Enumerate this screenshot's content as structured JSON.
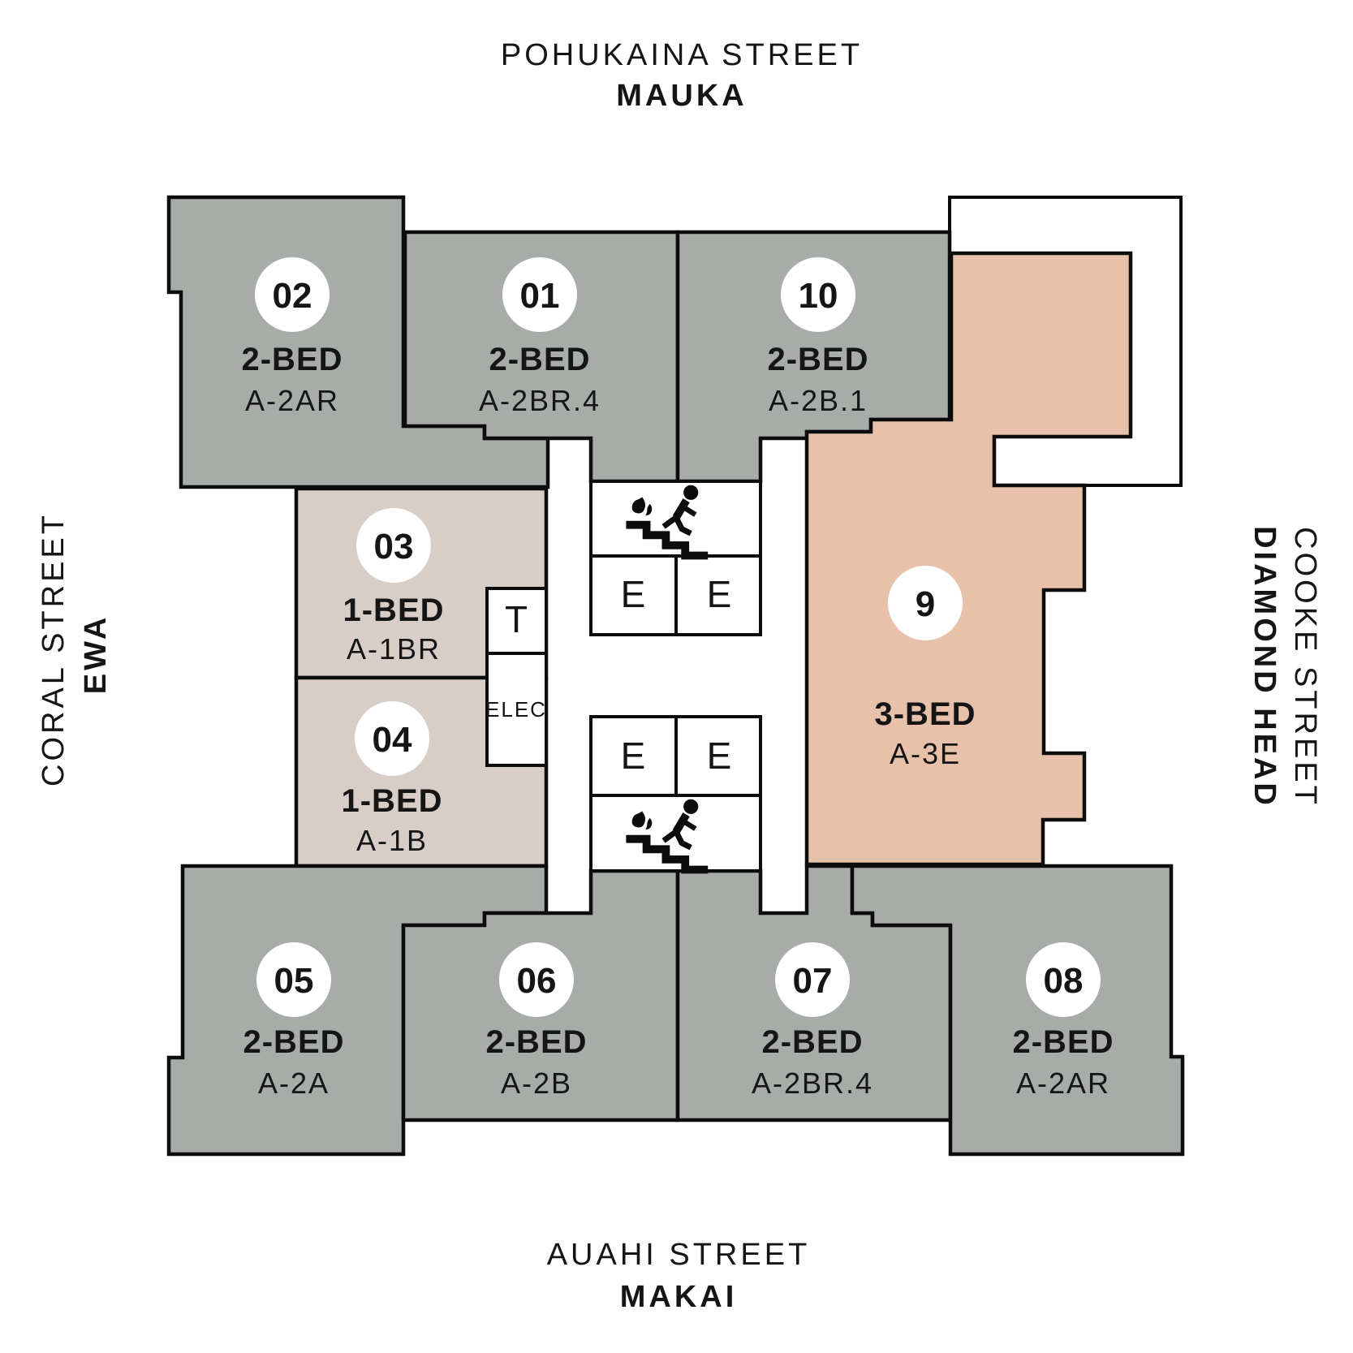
{
  "streets": {
    "top": {
      "name": "POHUKAINA STREET",
      "direction": "MAUKA"
    },
    "bottom": {
      "name": "AUAHI STREET",
      "direction": "MAKAI"
    },
    "left": {
      "name": "CORAL STREET",
      "direction": "EWA"
    },
    "right": {
      "name": "COOKE STREET",
      "direction": "DIAMOND HEAD"
    }
  },
  "core": {
    "elevator": "E",
    "trash": "T",
    "electrical": "ELEC"
  },
  "units": [
    {
      "number": "02",
      "type": "2-BED",
      "plan": "A-2AR"
    },
    {
      "number": "01",
      "type": "2-BED",
      "plan": "A-2BR.4"
    },
    {
      "number": "10",
      "type": "2-BED",
      "plan": "A-2B.1"
    },
    {
      "number": "03",
      "type": "1-BED",
      "plan": "A-1BR"
    },
    {
      "number": "04",
      "type": "1-BED",
      "plan": "A-1B"
    },
    {
      "number": "9",
      "type": "3-BED",
      "plan": "A-3E"
    },
    {
      "number": "05",
      "type": "2-BED",
      "plan": "A-2A"
    },
    {
      "number": "06",
      "type": "2-BED",
      "plan": "A-2B"
    },
    {
      "number": "07",
      "type": "2-BED",
      "plan": "A-2BR.4"
    },
    {
      "number": "08",
      "type": "2-BED",
      "plan": "A-2AR"
    }
  ],
  "colors": {
    "unit_gray": "#a8aca8",
    "unit_taupe": "#d9cdc8",
    "unit_salmon": "#e7c1aa",
    "outline": "#0c0c0c",
    "circle_fill": "#ffffff",
    "text": "#151515"
  }
}
